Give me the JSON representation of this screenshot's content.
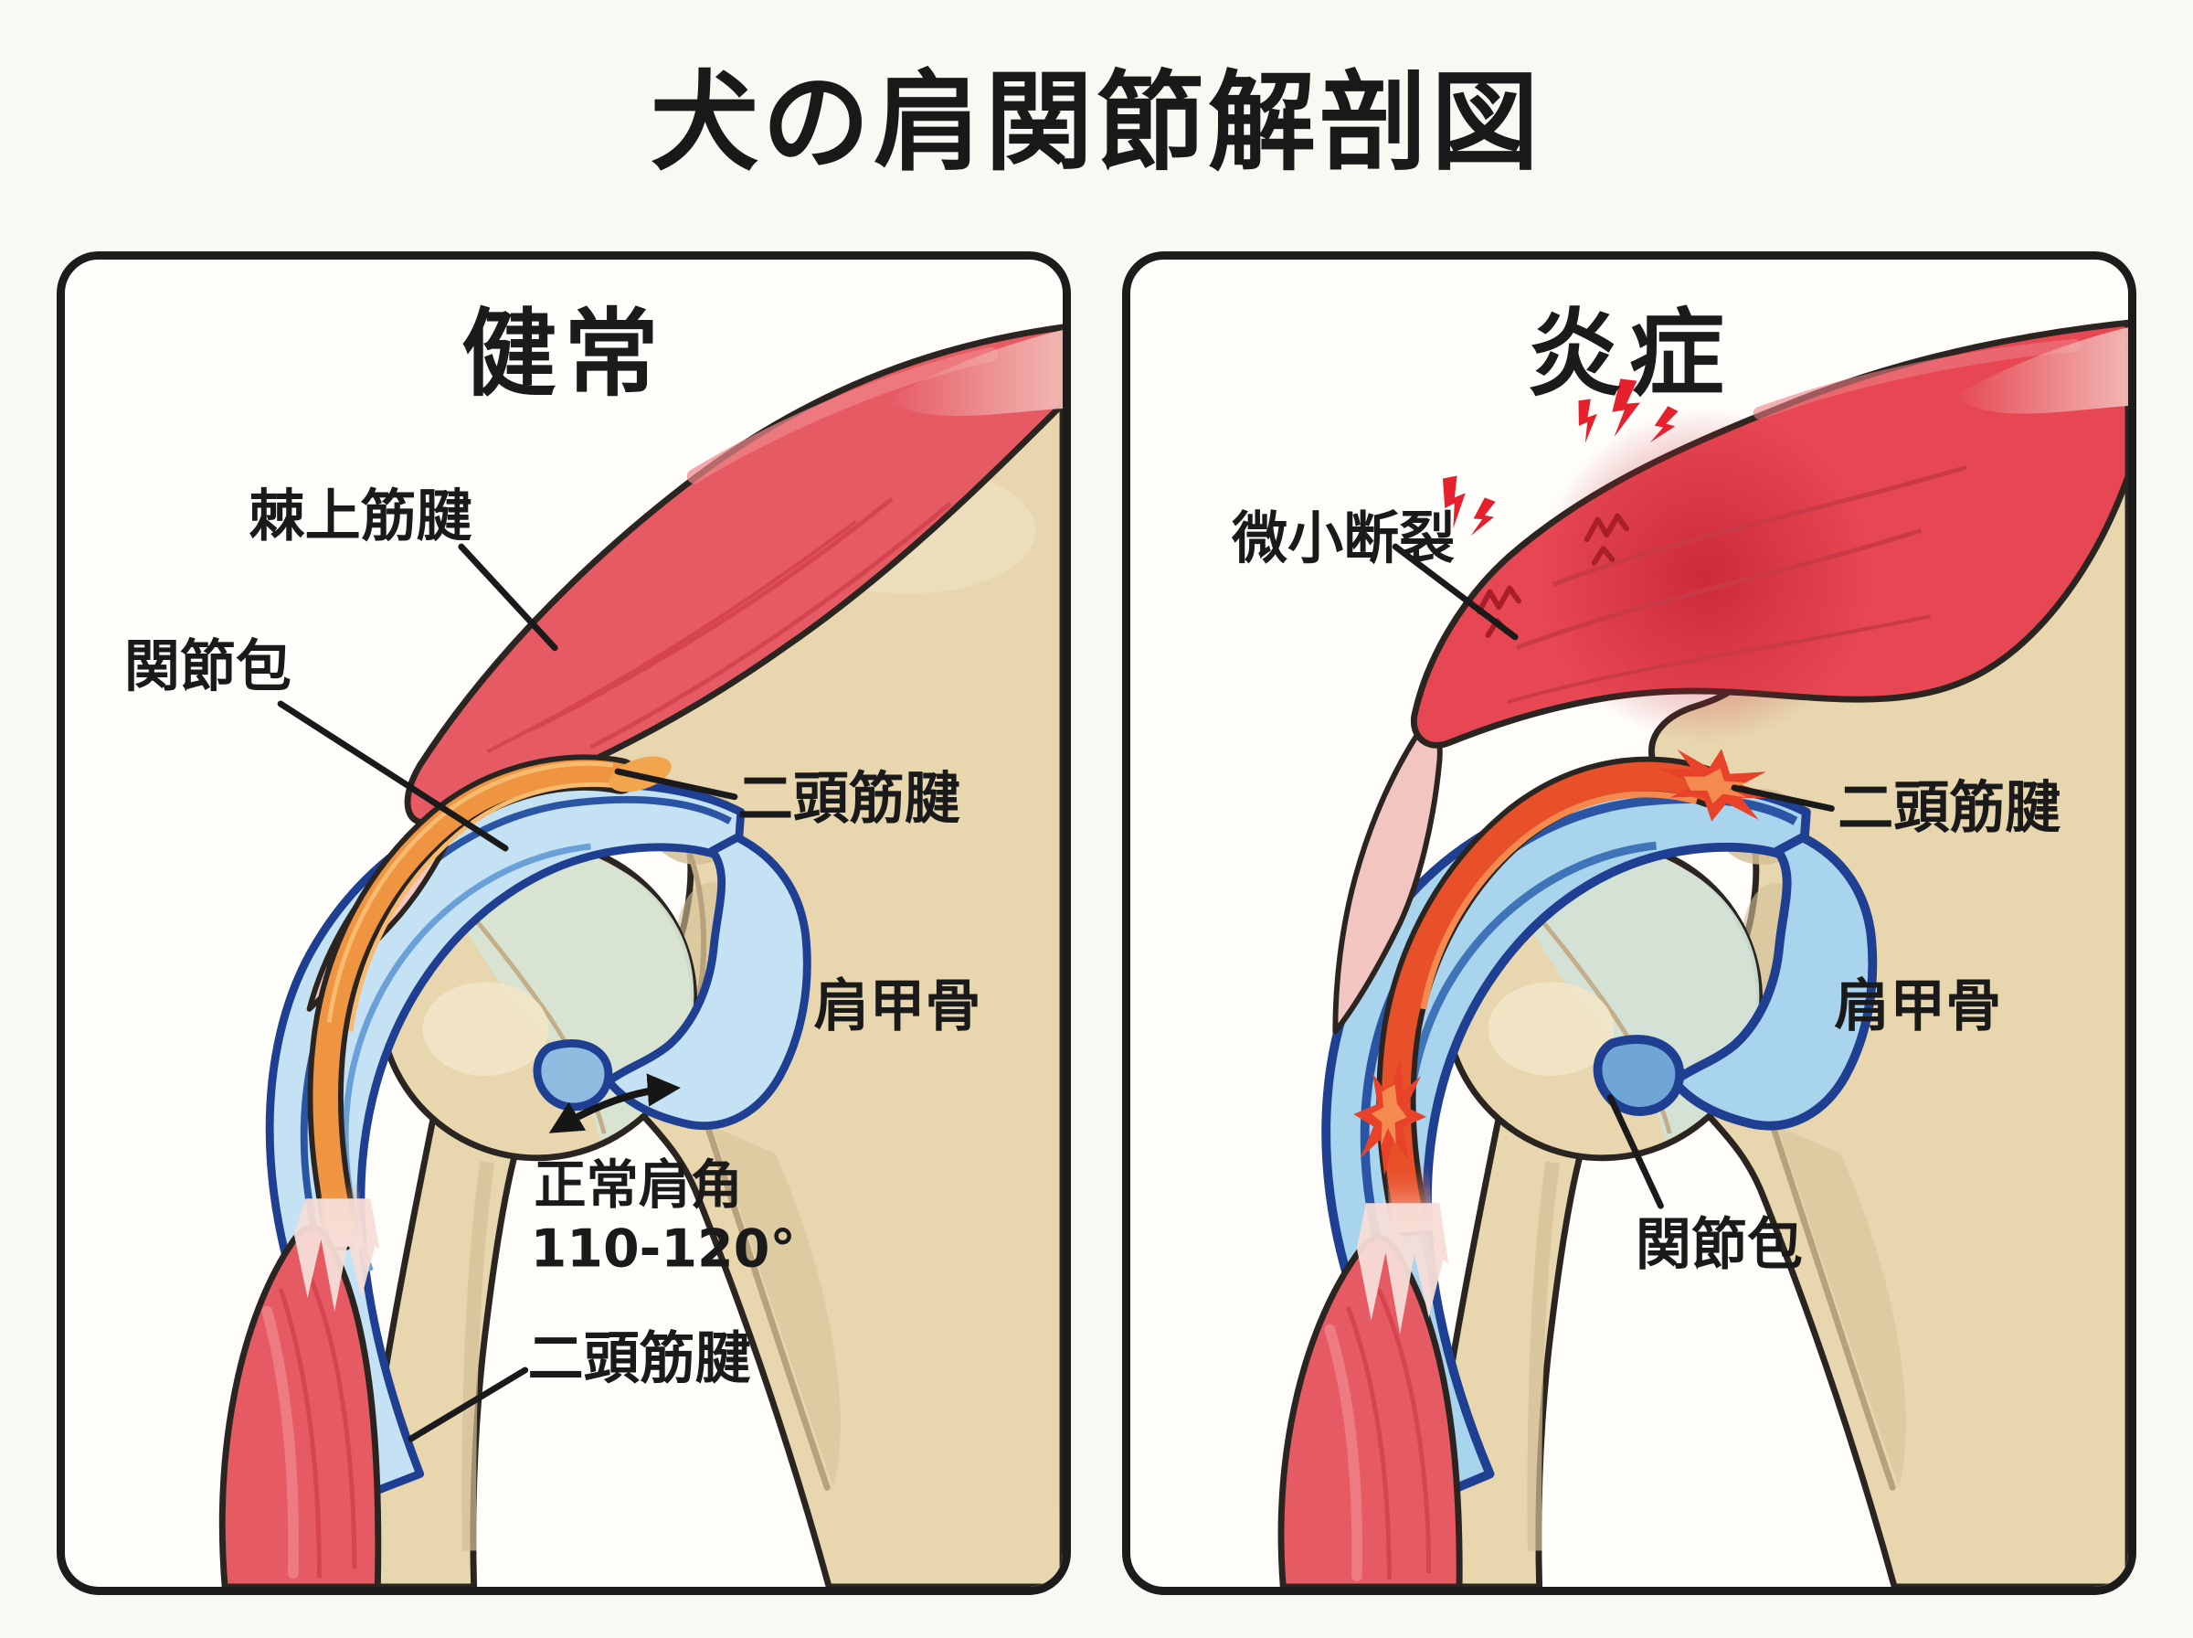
{
  "page": {
    "title": "犬の肩関節解剖図"
  },
  "panels": {
    "healthy": {
      "heading": "健常",
      "labels": {
        "supraspinatus_tendon": "棘上筋腱",
        "joint_capsule": "関節包",
        "biceps_tendon_upper": "二頭筋腱",
        "scapula": "肩甲骨",
        "normal_angle_title": "正常肩角",
        "normal_angle_value": "110-120°",
        "biceps_tendon_lower": "二頭筋腱"
      }
    },
    "inflamed": {
      "heading": "炎症",
      "labels": {
        "micro_tears": "微小断裂",
        "biceps_tendon": "二頭筋腱",
        "scapula": "肩甲骨",
        "joint_capsule": "関節包"
      }
    }
  },
  "colors": {
    "background": "#faf8f2",
    "panel_background": "#fefdfa",
    "panel_border": "#1c1c1c",
    "outline": "#2a2520",
    "bone": "#e7d6ae",
    "bone_shadow": "#d3bf96",
    "cartilage": "#d7e5d3",
    "muscle": "#e65a63",
    "muscle_inflamed": "#e64752",
    "muscle_stripe": "#d6454f",
    "tendon_pink": "#f4c7c3",
    "capsule_fill": "#c4e2f4",
    "capsule_fill_inflamed": "#a9d4ee",
    "capsule_outline": "#1e3f92",
    "biceps_tendon": "#ef9440",
    "biceps_tendon_inflamed": "#e85029",
    "pain_mark": "#e6212e",
    "label_text": "#1a1a1a"
  }
}
